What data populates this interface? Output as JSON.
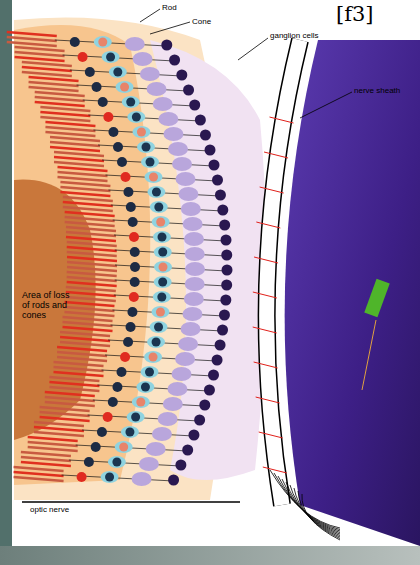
{
  "diagram": {
    "labels": [
      "Rod",
      "Cone",
      "[f3]",
      "ganglion cells",
      "nerve sheath",
      "Area of loss of rods and cones",
      "optic nerve"
    ]
  }
}
